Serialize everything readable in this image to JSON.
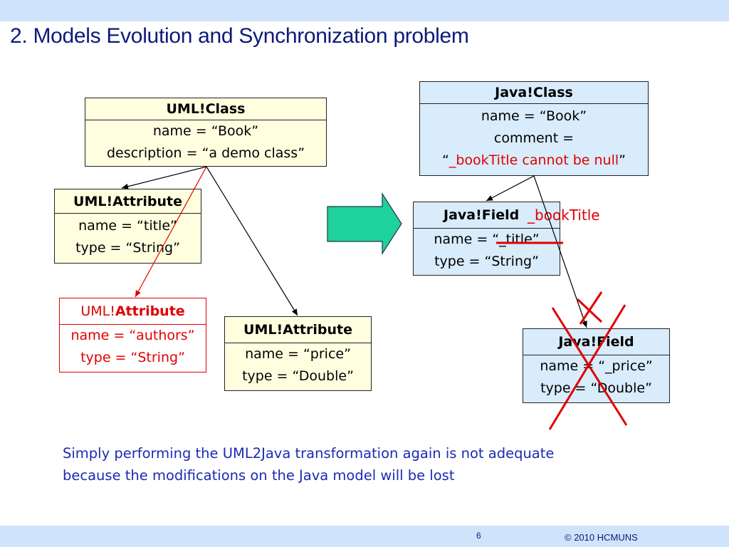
{
  "slide": {
    "title": "2. Models Evolution and Synchronization problem",
    "page_number": "6",
    "copyright": "© 2010 HCMUNS"
  },
  "uml_class": {
    "header": "UML!Class",
    "line1": "name = “Book”",
    "line2": "description = “a demo class”"
  },
  "uml_attr_title": {
    "header": "UML!Attribute",
    "line1": "name = “title”",
    "line2": "type = “String”"
  },
  "uml_attr_authors": {
    "header_prefix": "UML!",
    "header_bold": "Attribute",
    "line1": "name = “authors”",
    "line2": "type = “String”"
  },
  "uml_attr_price": {
    "header": "UML!Attribute",
    "line1": "name = “price”",
    "line2": "type = “Double”"
  },
  "java_class": {
    "header": "Java!Class",
    "line1": "name = “Book”",
    "line2": "comment =",
    "line3_open": "“",
    "line3_red": "_bookTitle cannot be null",
    "line3_close": "”"
  },
  "java_field_title": {
    "header": "Java!Field",
    "header_annotation": "_bookTitle",
    "line1": "name = “_title”",
    "line2": "type = “String”"
  },
  "java_field_price": {
    "header": "Java!Field",
    "line1": "name = “_price”",
    "line2": "type = “Double”"
  },
  "note": {
    "line1": "Simply performing the UML2Java transformation again is not adequate",
    "line2": "because the modifications on the Java model will be lost"
  },
  "colors": {
    "uml_fill": "#ffffe0",
    "java_fill": "#d8ecfb",
    "arrow_fill": "#1fd19a",
    "emphasis_red": "#e00000",
    "note_blue": "#1a2bb3",
    "title_navy": "#0b1a7a",
    "bar_blue": "#cfe3fb"
  }
}
